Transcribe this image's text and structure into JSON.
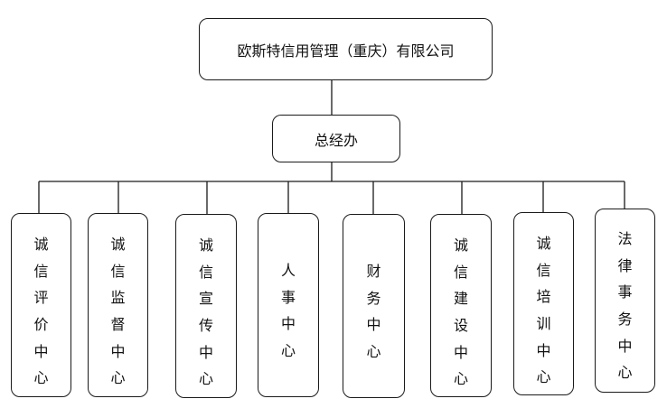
{
  "root": {
    "label": "欧斯特信用管理（重庆）有限公司"
  },
  "office": {
    "label": "总经办"
  },
  "departments": [
    {
      "label": "诚信评价中心"
    },
    {
      "label": "诚信监督中心"
    },
    {
      "label": "诚信宣传中心"
    },
    {
      "label": "人事中心"
    },
    {
      "label": "财务中心"
    },
    {
      "label": "诚信建设中心"
    },
    {
      "label": "诚信培训中心"
    },
    {
      "label": "法律事务中心"
    }
  ]
}
